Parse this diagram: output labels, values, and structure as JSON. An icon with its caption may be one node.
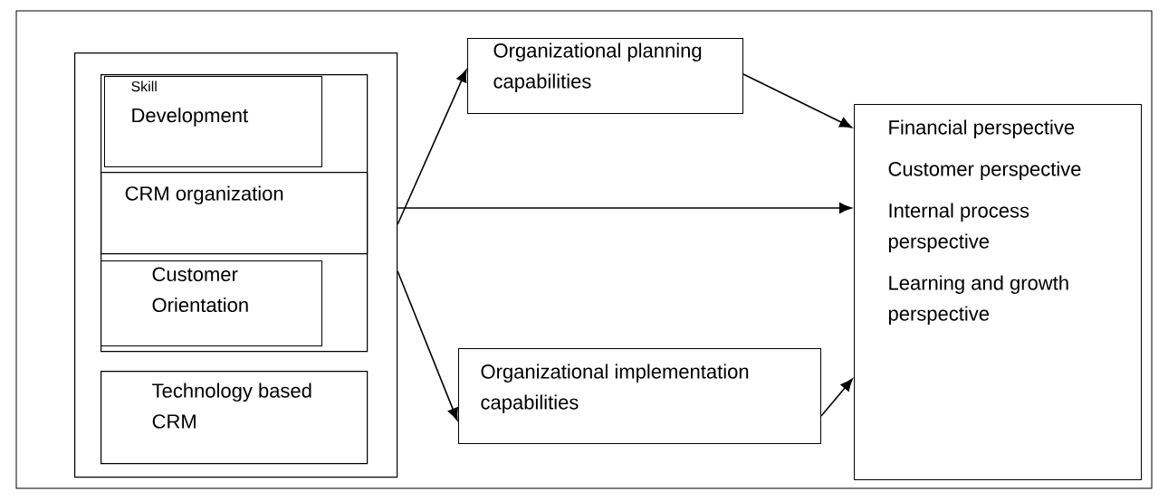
{
  "diagram": {
    "nodes": [
      {
        "text": [],
        "shape": "box"
      },
      {
        "text": [],
        "shape": "box",
        "in": 0
      },
      {
        "text": [
          "Skill",
          "Development"
        ],
        "in": 1
      },
      {
        "text": [
          "CRM organization"
        ],
        "in": 1
      },
      {
        "text": [
          "Customer Orientation"
        ],
        "in": 1
      },
      {
        "text": [
          "Technology based CRM"
        ],
        "in": 0
      },
      {
        "text": [
          "Organizational planning capabilities"
        ]
      },
      {
        "text": [
          "Organizational implementation capabilities"
        ]
      },
      {
        "text": [
          "Financial perspective",
          "Customer perspective",
          "Internal process perspective",
          "Learning and growth perspective"
        ]
      }
    ],
    "edges": [
      {
        "from": 0,
        "to": 6,
        "arrow": "to"
      },
      {
        "from": 0,
        "to": 8,
        "arrow": "to"
      },
      {
        "from": 0,
        "to": 7,
        "arrow": "to"
      },
      {
        "from": 6,
        "to": 8,
        "arrow": "to"
      },
      {
        "from": 7,
        "to": 8,
        "arrow": "to"
      }
    ]
  }
}
